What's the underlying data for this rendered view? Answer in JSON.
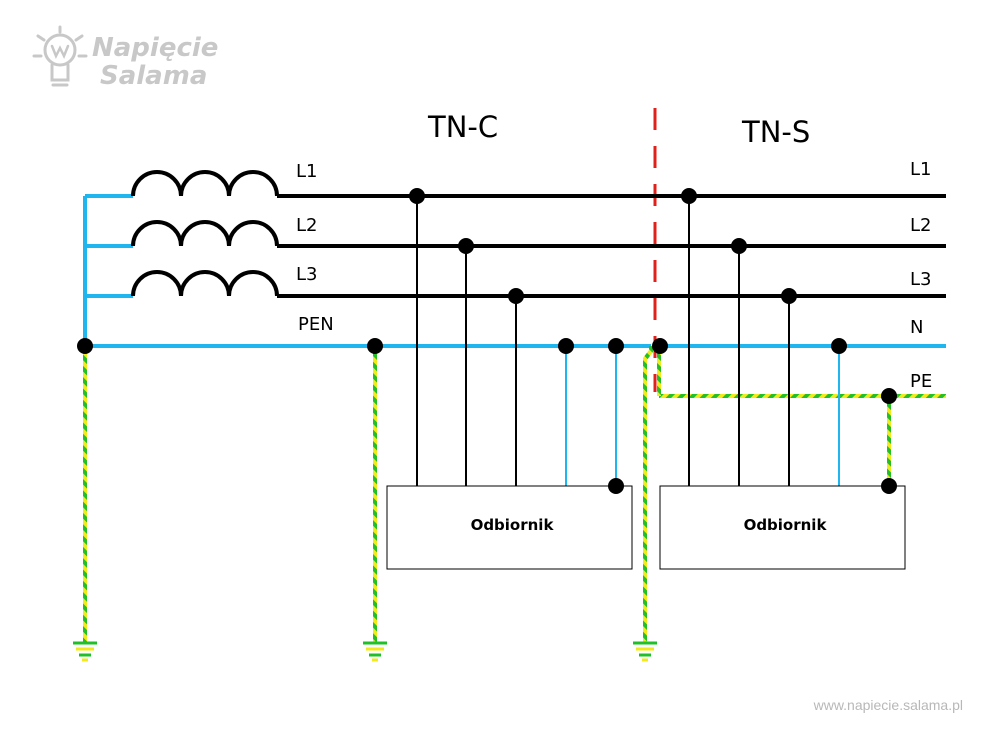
{
  "logo": {
    "line1": "Napięcie",
    "line2": "Salama"
  },
  "systems": {
    "tn_c": "TN-C",
    "tn_s": "TN-S"
  },
  "conductors": {
    "left": {
      "l1": "L1",
      "l2": "L2",
      "l3": "L3",
      "pen": "PEN"
    },
    "right": {
      "l1": "L1",
      "l2": "L2",
      "l3": "L3",
      "n": "N",
      "pe": "PE"
    }
  },
  "loads": {
    "tn_c": "Odbiornik",
    "tn_s": "Odbiornik"
  },
  "footer": {
    "url": "www.napiecie.salama.pl"
  },
  "colors": {
    "phase": "#000000",
    "neutral": "#1fb5ee",
    "earth_green": "#22c028",
    "earth_yellow": "#f2ea1a",
    "separator": "#e0201b",
    "logo": "#c8c8c8",
    "footer": "#b8b8b8"
  }
}
